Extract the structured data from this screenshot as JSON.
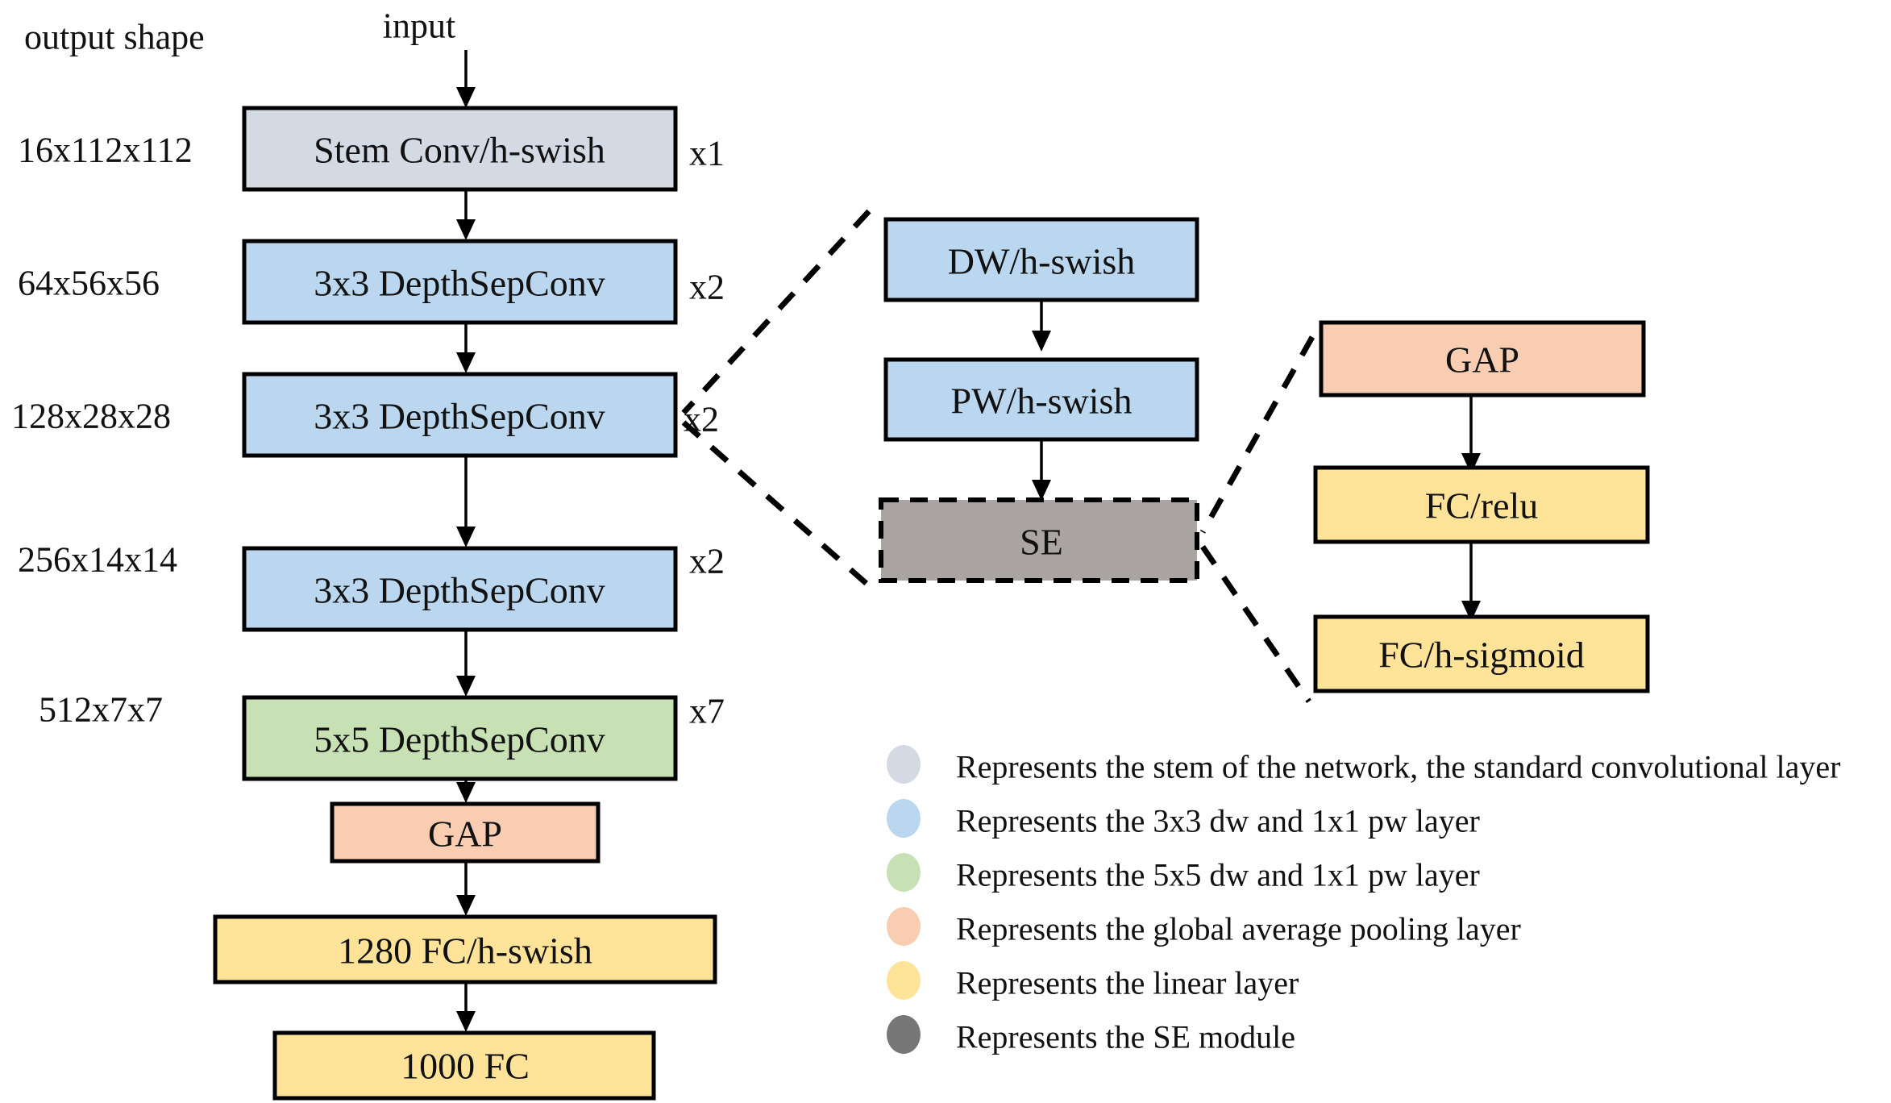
{
  "figure": {
    "header_left": "output shape",
    "header_input": "input"
  },
  "main_column": {
    "shapes": [
      "16x112x112",
      "64x56x56",
      "128x28x28",
      "256x14x14",
      "512x7x7"
    ],
    "blocks": [
      {
        "label": "Stem Conv/h-swish",
        "multiplier": "x1",
        "color": "#d4dae4"
      },
      {
        "label": "3x3 DepthSepConv",
        "multiplier": "x2",
        "color": "#bad7ef"
      },
      {
        "label": "3x3 DepthSepConv",
        "multiplier": "x2",
        "color": "#bad7ef"
      },
      {
        "label": "3x3 DepthSepConv",
        "multiplier": "x2",
        "color": "#bad7ef"
      },
      {
        "label": "5x5 DepthSepConv",
        "multiplier": "x7",
        "color": "#c7e0b4"
      }
    ],
    "tail_blocks": [
      {
        "label": "GAP",
        "color": "#f8cdb1"
      },
      {
        "label": "1280 FC/h-swish",
        "color": "#ffe399"
      },
      {
        "label": "1000 FC",
        "color": "#ffe399"
      }
    ]
  },
  "block_detail": {
    "blocks": [
      {
        "label": "DW/h-swish",
        "color": "#bad7ef"
      },
      {
        "label": "PW/h-swish",
        "color": "#bad7ef"
      },
      {
        "label": "SE",
        "color": "#aaa5a3",
        "dashed": true
      }
    ]
  },
  "se_detail": {
    "blocks": [
      {
        "label": "GAP",
        "color": "#f8cdb1"
      },
      {
        "label": "FC/relu",
        "color": "#ffe399"
      },
      {
        "label": "FC/h-sigmoid",
        "color": "#ffe399"
      }
    ]
  },
  "legend": {
    "items": [
      {
        "color": "#d4dae4",
        "text": "Represents the stem of the network, the standard convolutional layer"
      },
      {
        "color": "#bad7ef",
        "text": "Represents the 3x3 dw and 1x1 pw layer"
      },
      {
        "color": "#c7e0b4",
        "text": "Represents the 5x5 dw and 1x1 pw layer"
      },
      {
        "color": "#f8cdb1",
        "text": "Represents the global average pooling layer"
      },
      {
        "color": "#ffe399",
        "text": "Represents the linear layer"
      },
      {
        "color": "#777777",
        "text": "Represents the SE module"
      }
    ]
  }
}
